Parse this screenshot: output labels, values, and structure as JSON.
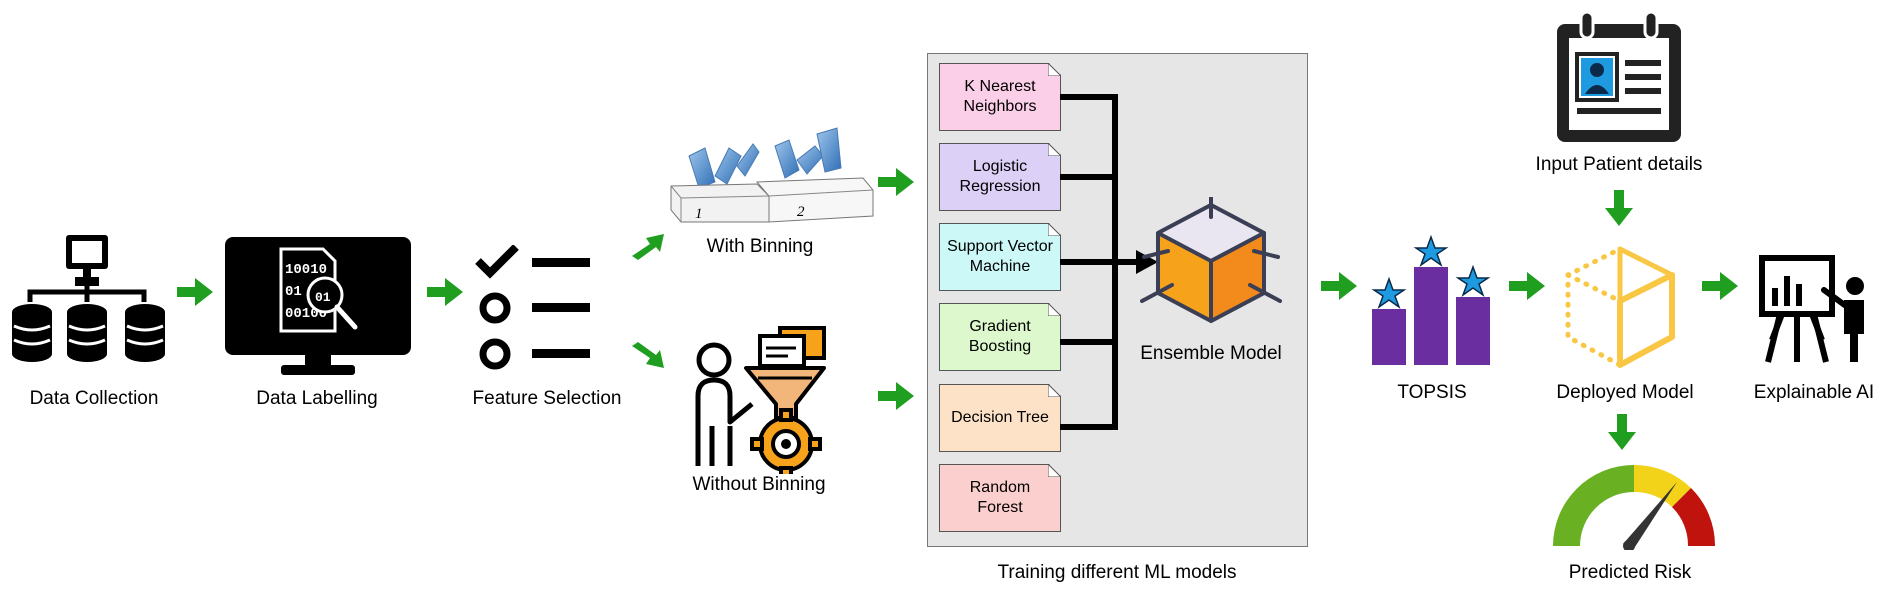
{
  "pipeline": {
    "data_collection": "Data Collection",
    "data_labelling": "Data Labelling",
    "feature_selection": "Feature Selection",
    "with_binning": "With Binning",
    "without_binning": "Without Binning",
    "ensemble_model": "Ensemble Model",
    "topsis": "TOPSIS",
    "deployed_model": "Deployed Model",
    "explainable_ai": "Explainable AI",
    "input_patient_details": "Input Patient details",
    "predicted_risk": "Predicted Risk"
  },
  "training": {
    "caption": "Training different ML models",
    "models": [
      {
        "label": "K Nearest Neighbors",
        "color": "#fbcfe8"
      },
      {
        "label": "Logistic Regression",
        "color": "#ddd0f7"
      },
      {
        "label": "Support Vector Machine",
        "color": "#cdf8f8"
      },
      {
        "label": "Gradient Boosting",
        "color": "#ddf8cc"
      },
      {
        "label": "Decision Tree",
        "color": "#fde2c8"
      },
      {
        "label": "Random Forest",
        "color": "#fccfcf"
      }
    ]
  },
  "colors": {
    "arrow": "#1f9e1f",
    "topsis_bar": "#6a2ea0",
    "star": "#1e9be0",
    "cube_orange": "#f7a21b",
    "gauge_green": "#6ab023",
    "gauge_yellow": "#f3d31a",
    "gauge_red": "#c0130e"
  },
  "icons": {
    "data_collection": "network-database-icon",
    "data_labelling": "monitor-binary-search-icon",
    "feature_selection": "checklist-icon",
    "with_binning": "bins-icon",
    "without_binning": "person-funnel-gear-icon",
    "ensemble_model": "cube-icon",
    "topsis": "bar-stars-icon",
    "deployed_model": "dotted-cube-icon",
    "explainable_ai": "presenter-icon",
    "input_patient_details": "patient-card-icon",
    "predicted_risk": "gauge-icon"
  }
}
